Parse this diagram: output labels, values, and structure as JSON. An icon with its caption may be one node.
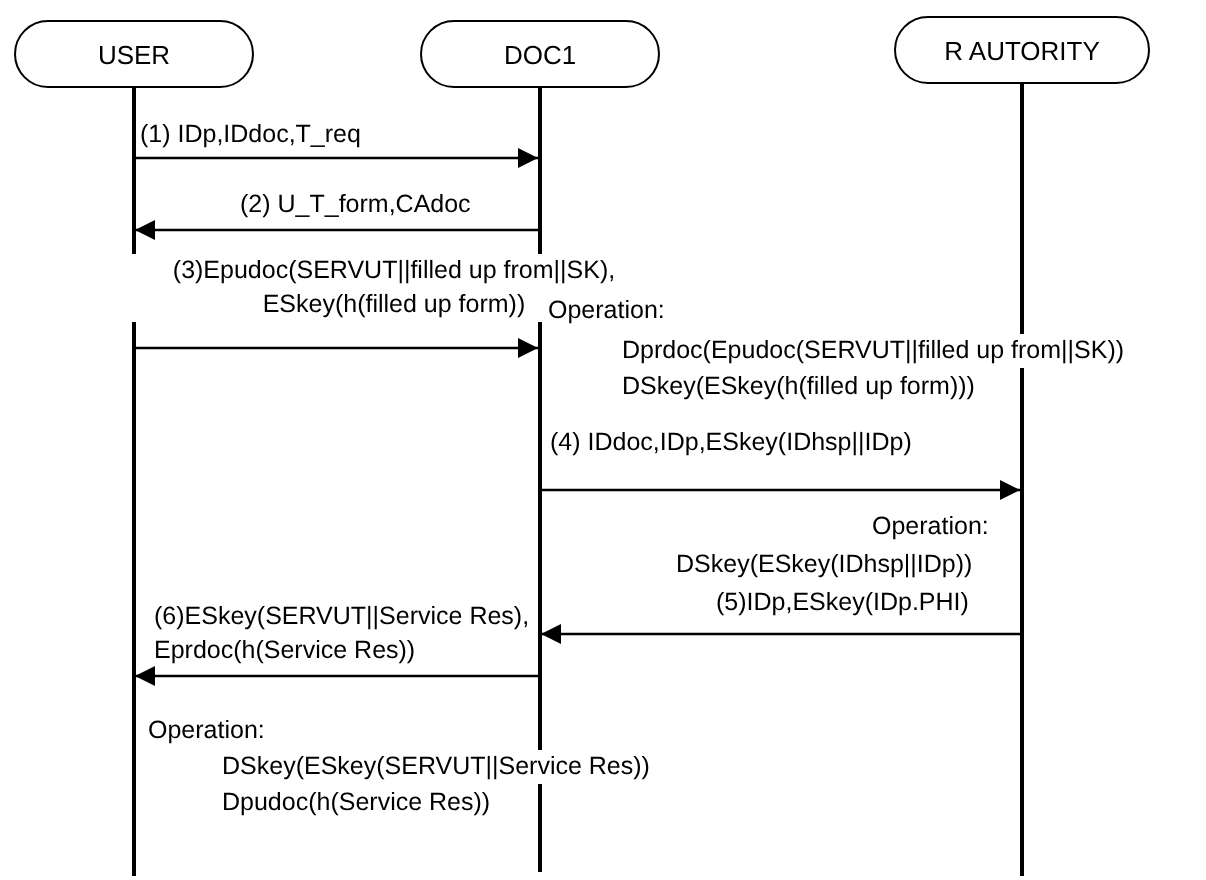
{
  "diagram": {
    "nodes": [
      {
        "text": [
          "USER"
        ]
      },
      {
        "text": [
          "DOC1"
        ]
      },
      {
        "text": [
          "R AUTORITY"
        ]
      },
      {
        "text": [],
        "shape": "bar"
      },
      {
        "text": [],
        "shape": "bar"
      },
      {
        "text": [],
        "shape": "bar"
      }
    ],
    "edges": [
      {
        "from": 3,
        "to": 4,
        "arrow": "to",
        "label": "(1) IDp,IDdoc,T_req"
      },
      {
        "from": 4,
        "to": 3,
        "arrow": "to",
        "label": "(2) U_T_form,CAdoc"
      },
      {
        "from": 3,
        "to": 4,
        "arrow": "to",
        "label": "(3)Epudoc(SERVUT||filled up from||SK), ESkey(h(filled up form))"
      },
      {
        "from": 4,
        "to": 5,
        "arrow": "to",
        "label": "(4) IDdoc,IDp,ESkey(IDhsp||IDp)"
      },
      {
        "from": 5,
        "to": 4,
        "arrow": "to",
        "label": "(5)IDp,ESkey(IDp.PHI)"
      },
      {
        "from": 4,
        "to": 3,
        "arrow": "to",
        "label": "(6)ESkey(SERVUT||Service Res), Eprdoc(h(Service Res))"
      }
    ],
    "labels": [
      "Operation:",
      "Dprdoc(Epudoc(SERVUT||filled up from||SK))",
      "DSkey(ESkey(h(filled up form)))",
      "Operation:",
      "DSkey(ESkey(IDhsp||IDp))",
      "Operation:",
      "DSkey(ESkey(SERVUT||Service Res))",
      "Dpudoc(h(Service Res))"
    ]
  }
}
